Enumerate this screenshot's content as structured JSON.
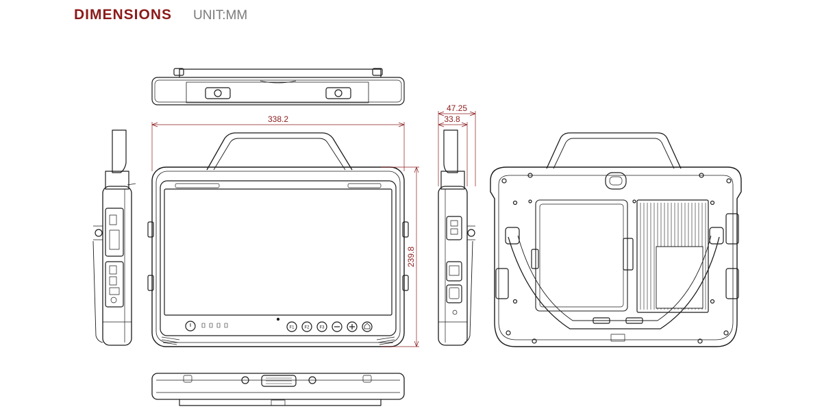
{
  "header": {
    "title": "DIMENSIONS",
    "unit": "UNIT:MM"
  },
  "dimensions": {
    "width": "338.2",
    "height": "239.8",
    "depth_total": "47.25",
    "depth_body": "33.8"
  },
  "front_panel": {
    "function_keys": [
      "F1",
      "F2",
      "F3"
    ]
  },
  "colors": {
    "title": "#8b1a1a",
    "unit": "#7a7a7a",
    "dimension": "#8b1a1a",
    "line": "#1a1a1a"
  }
}
